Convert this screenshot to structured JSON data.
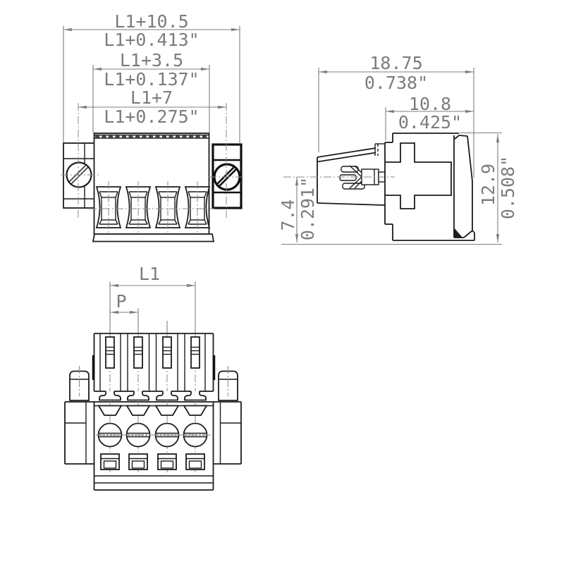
{
  "drawing": {
    "front_view": {
      "dims": {
        "total_mm": "L1+10.5",
        "total_in": "L1+0.413\"",
        "inner_mm": "L1+3.5",
        "inner_in": "L1+0.137\"",
        "screw_mm": "L1+7",
        "screw_in": "L1+0.275\""
      }
    },
    "side_view": {
      "dims": {
        "depth_mm": "18.75",
        "depth_in": "0.738\"",
        "housing_mm": "10.8",
        "housing_in": "0.425\"",
        "height_mm": "12.9",
        "height_in": "0.508\"",
        "axis_mm": "7.4",
        "axis_in": "0.291\""
      }
    },
    "bottom_view": {
      "dims": {
        "length": "L1",
        "pitch": "P"
      }
    },
    "meta": {
      "pole_count": 4,
      "outline_color": "#1c1c1c",
      "dimension_color": "#7f7f7f",
      "background_color": "#ffffff"
    }
  }
}
